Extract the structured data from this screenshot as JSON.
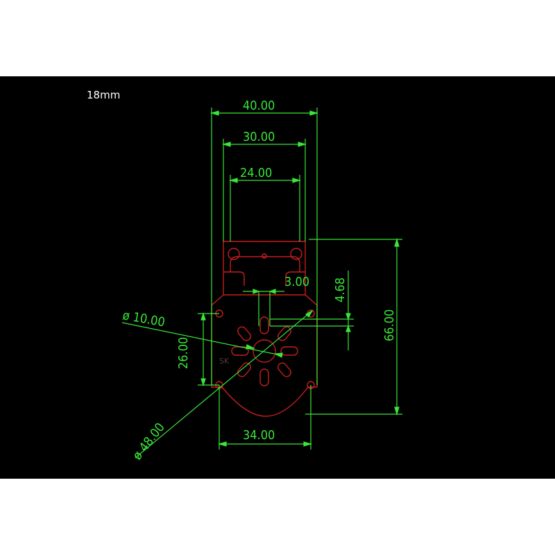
{
  "caption": "18mm",
  "colors": {
    "background": "#000000",
    "page": "#ffffff",
    "dimension_lines": "#39e639",
    "part_outline": "#c81e1e",
    "caption": "#ffffff"
  },
  "dimensions": {
    "width_outer": "40.00",
    "width_mid": "30.00",
    "width_inner": "24.00",
    "slot_width": "3.00",
    "slot_height": "4.68",
    "total_height": "66.00",
    "hole_spacing_vertical": "26.00",
    "center_hole_diameter": "ø 10.00",
    "bottom_width": "34.00",
    "arc_diameter": "ø 48.00"
  },
  "watermark": "SK"
}
